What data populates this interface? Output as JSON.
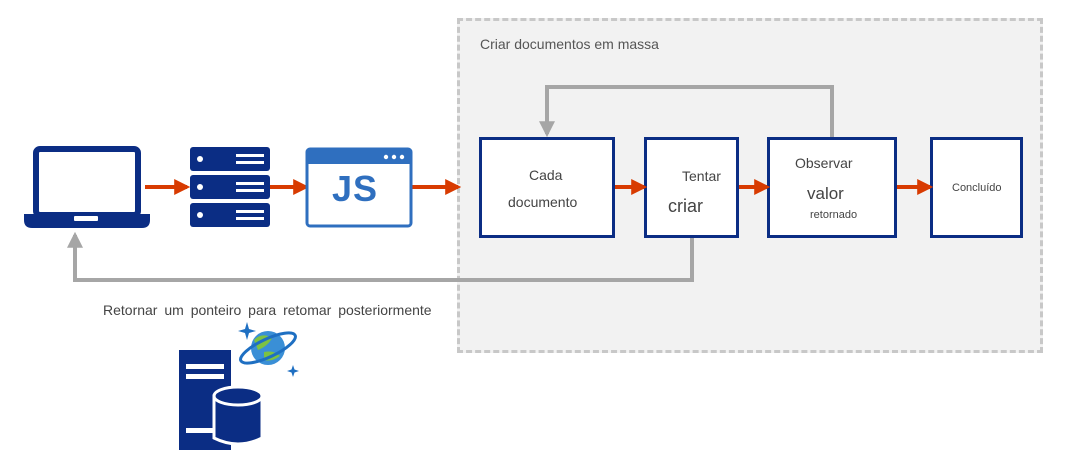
{
  "group": {
    "title": "Criar documentos em massa"
  },
  "steps": {
    "each_doc": {
      "line1": "Cada",
      "line2": "documento"
    },
    "try_create": {
      "line1": "Tentar",
      "line2": "criar"
    },
    "observe": {
      "line1": "Observar",
      "line2": "valor",
      "line3": "retornado"
    },
    "done": {
      "label": "Concluído"
    }
  },
  "js_icon": {
    "text": "JS"
  },
  "return_label": "Retornar um ponteiro para retomar posteriormente",
  "colors": {
    "navy": "#0b2d84",
    "arrow_red": "#d83b01",
    "js_blue": "#2f6fbf",
    "gray_line": "#a6a6a6"
  }
}
